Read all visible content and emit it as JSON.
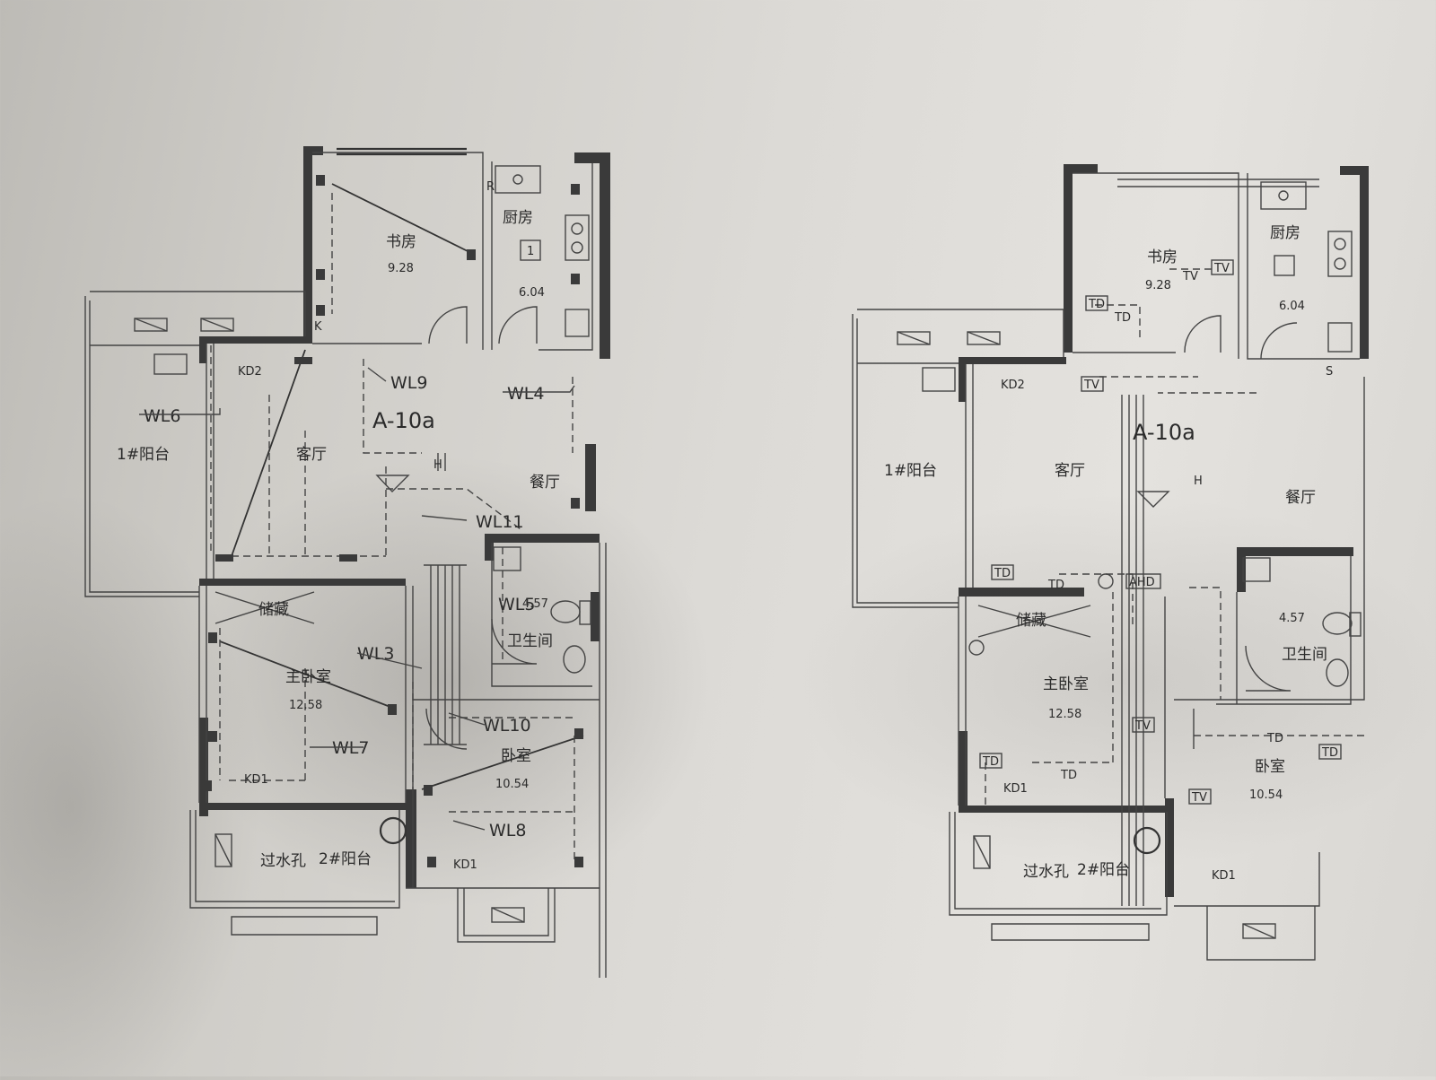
{
  "left_plan": {
    "plan_code": "A-10a",
    "rooms": {
      "study": {
        "name": "书房",
        "area": "9.28"
      },
      "kitchen": {
        "name": "厨房",
        "area": "6.04",
        "index": "1"
      },
      "living": {
        "name": "客厅"
      },
      "dining": {
        "name": "餐厅"
      },
      "balcony1": {
        "name": "1#阳台"
      },
      "storage": {
        "name": "储藏"
      },
      "master": {
        "name": "主卧室",
        "area": "12.58"
      },
      "bathroom": {
        "name": "卫生间",
        "area": "4.57"
      },
      "bedroom": {
        "name": "卧室",
        "area": "10.54"
      },
      "balcony2": {
        "name": "2#阳台"
      },
      "drain": {
        "name": "过水孔"
      }
    },
    "circuits": [
      "WL9",
      "WL4",
      "WL6",
      "WL11",
      "WL5",
      "WL3",
      "WL10",
      "WL7",
      "WL8"
    ],
    "boxes": [
      "KD2",
      "KD1",
      "KD1"
    ],
    "marks": {
      "r": "R",
      "k": "K",
      "h": "H"
    }
  },
  "right_plan": {
    "plan_code": "A-10a",
    "rooms": {
      "study": {
        "name": "书房",
        "area": "9.28"
      },
      "kitchen": {
        "name": "厨房",
        "area": "6.04"
      },
      "living": {
        "name": "客厅"
      },
      "dining": {
        "name": "餐厅"
      },
      "balcony1": {
        "name": "1#阳台"
      },
      "storage": {
        "name": "储藏"
      },
      "master": {
        "name": "主卧室",
        "area": "12.58"
      },
      "bathroom": {
        "name": "卫生间",
        "area": "4.57"
      },
      "bedroom": {
        "name": "卧室",
        "area": "10.54"
      },
      "balcony2": {
        "name": "2#阳台"
      },
      "drain": {
        "name": "过水孔"
      }
    },
    "outlets": {
      "tv": "TV",
      "td": "TD",
      "ahd": "AHD",
      "h": "H",
      "s": "S"
    },
    "boxes": [
      "KD2",
      "KD1",
      "KD1"
    ]
  }
}
